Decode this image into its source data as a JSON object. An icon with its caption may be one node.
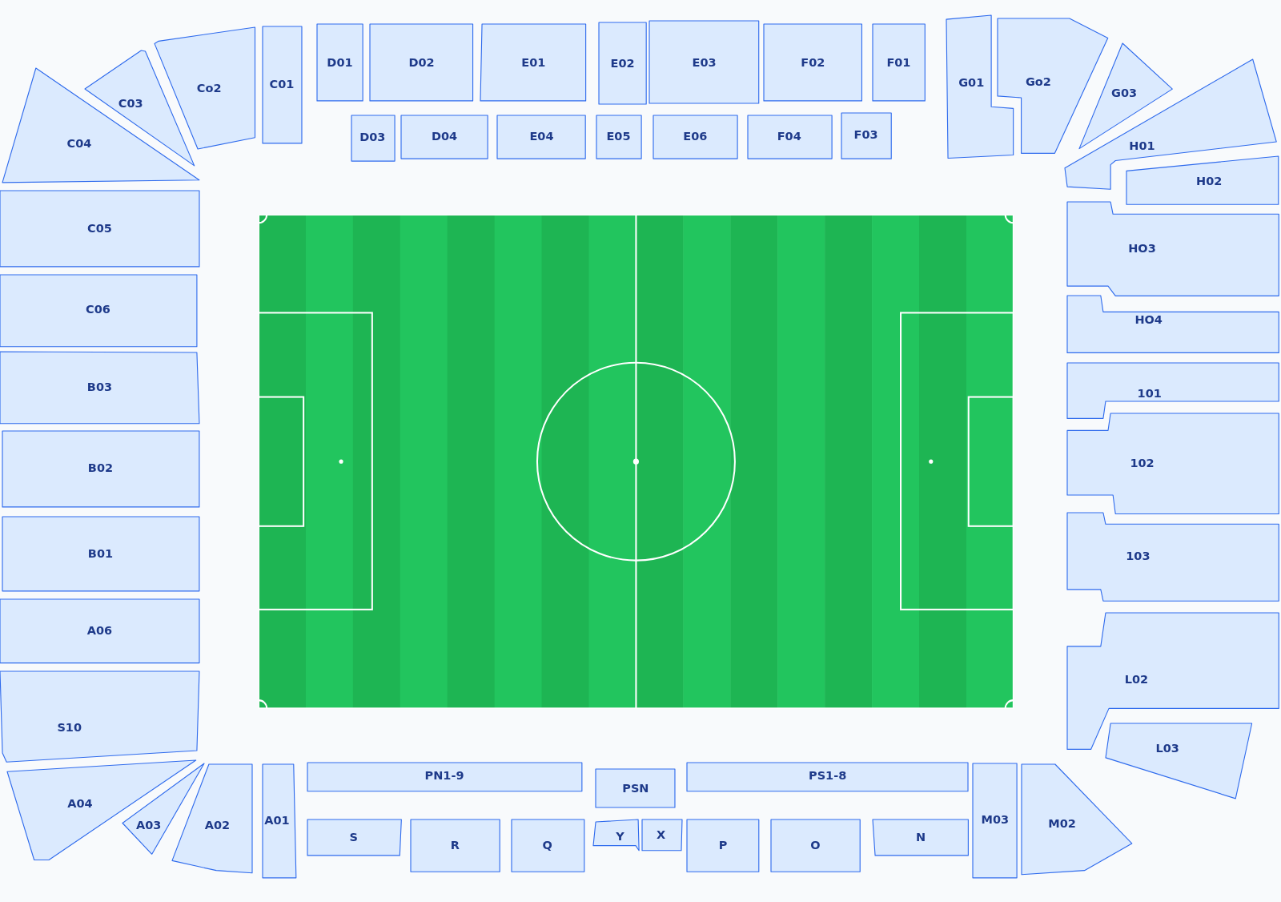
{
  "diagram": {
    "nodes": [
      {
        "text": [
          "C04"
        ]
      },
      {
        "text": [
          "C03"
        ]
      },
      {
        "text": [
          "Co2"
        ]
      },
      {
        "text": [
          "C01"
        ]
      },
      {
        "text": [
          "D01"
        ]
      },
      {
        "text": [
          "D02"
        ]
      },
      {
        "text": [
          "E01"
        ]
      },
      {
        "text": [
          "E02"
        ]
      },
      {
        "text": [
          "E03"
        ]
      },
      {
        "text": [
          "F02"
        ]
      },
      {
        "text": [
          "F01"
        ]
      },
      {
        "text": [
          "G01"
        ]
      },
      {
        "text": [
          "Go2"
        ]
      },
      {
        "text": [
          "G03"
        ]
      },
      {
        "text": [
          "H01"
        ]
      },
      {
        "text": [
          "H02"
        ]
      },
      {
        "text": [
          "D03"
        ]
      },
      {
        "text": [
          "D04"
        ]
      },
      {
        "text": [
          "E04"
        ]
      },
      {
        "text": [
          "E05"
        ]
      },
      {
        "text": [
          "E06"
        ]
      },
      {
        "text": [
          "F04"
        ]
      },
      {
        "text": [
          "F03"
        ]
      },
      {
        "text": [
          "C05"
        ]
      },
      {
        "text": [
          "C06"
        ]
      },
      {
        "text": [
          "B03"
        ]
      },
      {
        "text": [
          "B02"
        ]
      },
      {
        "text": [
          "B01"
        ]
      },
      {
        "text": [
          "A06"
        ]
      },
      {
        "text": [
          "S10"
        ]
      },
      {
        "text": [
          "HO3"
        ]
      },
      {
        "text": [
          "HO4"
        ]
      },
      {
        "text": [
          "101"
        ]
      },
      {
        "text": [
          "102"
        ]
      },
      {
        "text": [
          "103"
        ]
      },
      {
        "text": [
          "L02"
        ]
      },
      {
        "text": [
          "L03"
        ]
      },
      {
        "text": [
          "A04"
        ]
      },
      {
        "text": [
          "A03"
        ]
      },
      {
        "text": [
          "A02"
        ]
      },
      {
        "text": [
          "A01"
        ]
      },
      {
        "text": [
          "PN1-9"
        ]
      },
      {
        "text": [
          "PSN"
        ]
      },
      {
        "text": [
          "PS1-8"
        ]
      },
      {
        "text": [
          "S"
        ]
      },
      {
        "text": [
          "R"
        ]
      },
      {
        "text": [
          "Q"
        ]
      },
      {
        "text": [
          "Y"
        ]
      },
      {
        "text": [
          "X"
        ]
      },
      {
        "text": [
          "P"
        ]
      },
      {
        "text": [
          "O"
        ]
      },
      {
        "text": [
          "N"
        ]
      },
      {
        "text": [
          "M03"
        ]
      },
      {
        "text": [
          "M02"
        ]
      }
    ]
  }
}
